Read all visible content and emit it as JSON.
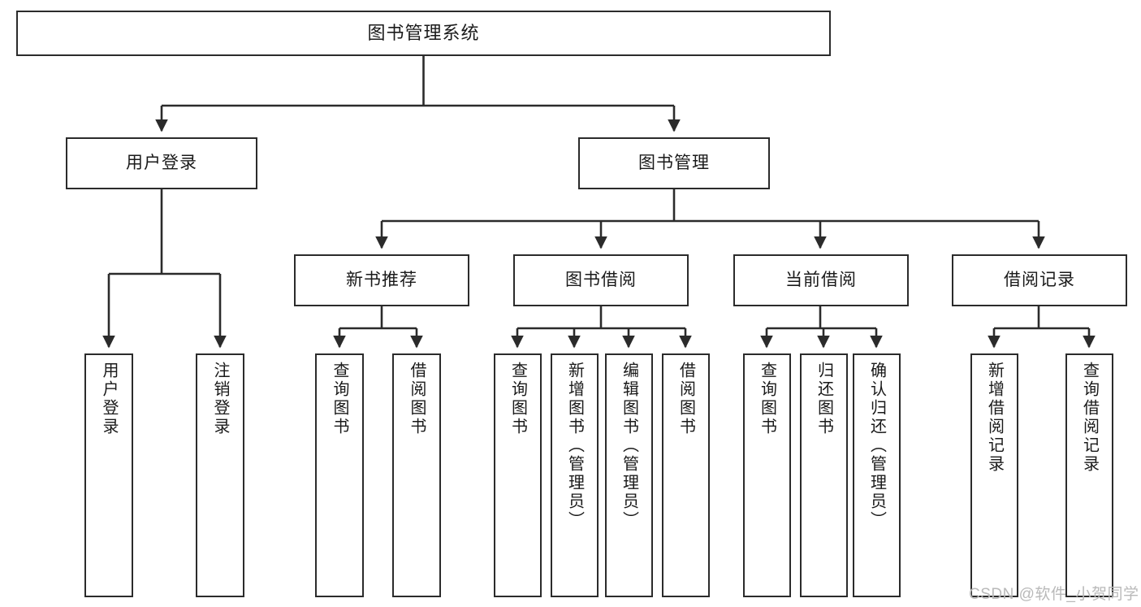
{
  "diagram": {
    "title": "图书管理系统",
    "type": "tree-hierarchy-diagram",
    "colors": {
      "box_border": "#2b2b2b",
      "box_fill": "#ffffff",
      "connector": "#2b2b2b",
      "page_background": "#ffffff",
      "watermark": "#b9b9b9"
    },
    "root": {
      "label": "图书管理系统"
    },
    "level2": [
      {
        "label": "用户登录"
      },
      {
        "label": "图书管理"
      }
    ],
    "level3": [
      {
        "label": "新书推荐"
      },
      {
        "label": "图书借阅"
      },
      {
        "label": "当前借阅"
      },
      {
        "label": "借阅记录"
      }
    ],
    "leaves": {
      "user_login": [
        {
          "label": "用户登录"
        },
        {
          "label": "注销登录"
        }
      ],
      "new_book_recommend": [
        {
          "label": "查询图书"
        },
        {
          "label": "借阅图书"
        }
      ],
      "book_borrow": [
        {
          "label": "查询图书"
        },
        {
          "label": "新增图书（管理员）"
        },
        {
          "label": "编辑图书（管理员）"
        },
        {
          "label": "借阅图书"
        }
      ],
      "current_borrow": [
        {
          "label": "查询图书"
        },
        {
          "label": "归还图书"
        },
        {
          "label": "确认归还（管理员）"
        }
      ],
      "borrow_record": [
        {
          "label": "新增借阅记录"
        },
        {
          "label": "查询借阅记录"
        }
      ]
    }
  },
  "watermark": {
    "text": "CSDN @软件_小贺同学"
  }
}
